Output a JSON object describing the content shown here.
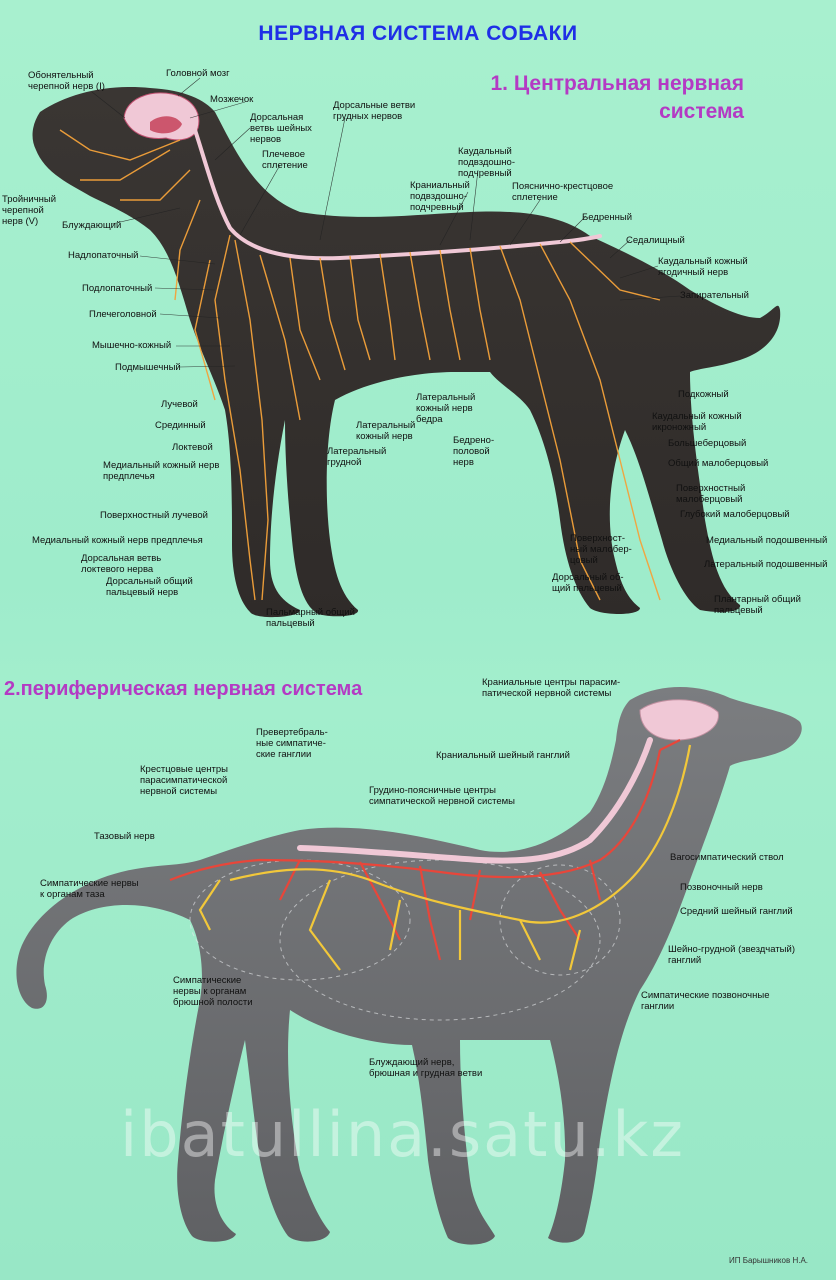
{
  "title": "НЕРВНАЯ СИСТЕМА СОБАКИ",
  "section1": [
    "1. Центральная нервная",
    "система"
  ],
  "section2": "2.периферическая нервная система",
  "watermark": "ibatullina.satu.kz",
  "credit": "ИП Барышников Н.А.",
  "colors": {
    "background": "#a8f0cf",
    "title": "#1f2fe6",
    "section": "#b43ac4",
    "dog_top": "#3a3633",
    "dog_bottom": "#6a6b6d",
    "nerve": "#f4a23a",
    "sympathetic": "#e8463a",
    "brain": "#f0c8d6"
  },
  "labels1": [
    {
      "id": "l1",
      "lines": [
        "Обонятельный",
        "черепной нерв (I)"
      ]
    },
    {
      "id": "l2",
      "lines": [
        "Головной мозг"
      ]
    },
    {
      "id": "l3",
      "lines": [
        "Мозжечок"
      ]
    },
    {
      "id": "l4",
      "lines": [
        "Дорсальная",
        "ветвь шейных",
        "нервов"
      ]
    },
    {
      "id": "l5",
      "lines": [
        "Плечевое",
        "сплетение"
      ]
    },
    {
      "id": "l6",
      "lines": [
        "Дорсальные ветви",
        "грудных нервов"
      ]
    },
    {
      "id": "l7",
      "lines": [
        "Каудальный",
        "подвздошно-",
        "подчревный"
      ]
    },
    {
      "id": "l8",
      "lines": [
        "Краниальный",
        "подвздошно-",
        "подчревный"
      ]
    },
    {
      "id": "l9",
      "lines": [
        "Пояснично-крестцовое",
        "сплетение"
      ]
    },
    {
      "id": "l10",
      "lines": [
        "Тройничный",
        "черепной",
        "нерв (V)"
      ]
    },
    {
      "id": "l11",
      "lines": [
        "Блуждающий"
      ]
    },
    {
      "id": "l12",
      "lines": [
        "Бедренный"
      ]
    },
    {
      "id": "l13",
      "lines": [
        "Седалищный"
      ]
    },
    {
      "id": "l14",
      "lines": [
        "Надлопаточный"
      ]
    },
    {
      "id": "l15",
      "lines": [
        "Каудальный кожный",
        "ягодичный нерв"
      ]
    },
    {
      "id": "l16",
      "lines": [
        "Подлопаточный"
      ]
    },
    {
      "id": "l17",
      "lines": [
        "Запирательный"
      ]
    },
    {
      "id": "l18",
      "lines": [
        "Плечеголовной"
      ]
    },
    {
      "id": "l19",
      "lines": [
        "Мышечно-кожный"
      ]
    },
    {
      "id": "l20",
      "lines": [
        "Подмышечный"
      ]
    },
    {
      "id": "l21",
      "lines": [
        "Подкожный"
      ]
    },
    {
      "id": "l22",
      "lines": [
        "Латеральный",
        "кожный нерв",
        "бедра"
      ]
    },
    {
      "id": "l23",
      "lines": [
        "Лучевой"
      ]
    },
    {
      "id": "l24",
      "lines": [
        "Каудальный кожный",
        "икроножный"
      ]
    },
    {
      "id": "l25",
      "lines": [
        "Срединный"
      ]
    },
    {
      "id": "l26",
      "lines": [
        "Латеральный",
        "кожный нерв"
      ]
    },
    {
      "id": "l27",
      "lines": [
        "Большеберцовый"
      ]
    },
    {
      "id": "l28",
      "lines": [
        "Бедрено-",
        "половой",
        "нерв"
      ]
    },
    {
      "id": "l29",
      "lines": [
        "Локтевой"
      ]
    },
    {
      "id": "l30",
      "lines": [
        "Латеральный",
        "грудной"
      ]
    },
    {
      "id": "l31",
      "lines": [
        "Общий малоберцовый"
      ]
    },
    {
      "id": "l32",
      "lines": [
        "Медиальный кожный нерв",
        "предплечья"
      ]
    },
    {
      "id": "l33",
      "lines": [
        "Поверхностный",
        "малоберцовый"
      ]
    },
    {
      "id": "l34",
      "lines": [
        "Поверхностный лучевой"
      ]
    },
    {
      "id": "l35",
      "lines": [
        "Глубокий малоберцовый"
      ]
    },
    {
      "id": "l36",
      "lines": [
        "Медиальный кожный нерв предплечья"
      ]
    },
    {
      "id": "l37",
      "lines": [
        "Медиальный подошвенный"
      ]
    },
    {
      "id": "l38",
      "lines": [
        "Поверхност-",
        "ный малобер-",
        "цовый"
      ]
    },
    {
      "id": "l39",
      "lines": [
        "Дорсальная ветвь",
        "локтевого нерва"
      ]
    },
    {
      "id": "l40",
      "lines": [
        "Латеральный подошвенный"
      ]
    },
    {
      "id": "l41",
      "lines": [
        "Дорсальный общий",
        "пальцевый нерв"
      ]
    },
    {
      "id": "l42",
      "lines": [
        "Дорсальный об-",
        "щий пальцевый"
      ]
    },
    {
      "id": "l43",
      "lines": [
        "Пальмарный общий",
        "пальцевый"
      ]
    },
    {
      "id": "l44",
      "lines": [
        "Плантарный общий",
        "пальцевый"
      ]
    }
  ],
  "labels2": [
    {
      "id": "m1",
      "lines": [
        "Краниальные центры парасим-",
        "патической нервной системы"
      ]
    },
    {
      "id": "m2",
      "lines": [
        "Превертебраль-",
        "ные симпатиче-",
        "ские ганглии"
      ]
    },
    {
      "id": "m3",
      "lines": [
        "Краниальный шейный ганглий"
      ]
    },
    {
      "id": "m4",
      "lines": [
        "Крестцовые центры",
        "парасимпатической",
        "нервной системы"
      ]
    },
    {
      "id": "m5",
      "lines": [
        "Грудино-поясничные центры",
        "симпатической нервной системы"
      ]
    },
    {
      "id": "m6",
      "lines": [
        "Тазовый нерв"
      ]
    },
    {
      "id": "m7",
      "lines": [
        "Вагосимпатический ствол"
      ]
    },
    {
      "id": "m8",
      "lines": [
        "Симпатические нервы",
        "к органам таза"
      ]
    },
    {
      "id": "m9",
      "lines": [
        "Позвоночный нерв"
      ]
    },
    {
      "id": "m10",
      "lines": [
        "Средний шейный ганглий"
      ]
    },
    {
      "id": "m11",
      "lines": [
        "Шейно-грудной (звездчатый)",
        "ганглий"
      ]
    },
    {
      "id": "m12",
      "lines": [
        "Симпатические",
        "нервы к органам",
        "брюшной полости"
      ]
    },
    {
      "id": "m13",
      "lines": [
        "Симпатические позвоночные",
        "ганглии"
      ]
    },
    {
      "id": "m14",
      "lines": [
        "Блуждающий нерв,",
        "брюшная и грудная ветви"
      ]
    }
  ]
}
